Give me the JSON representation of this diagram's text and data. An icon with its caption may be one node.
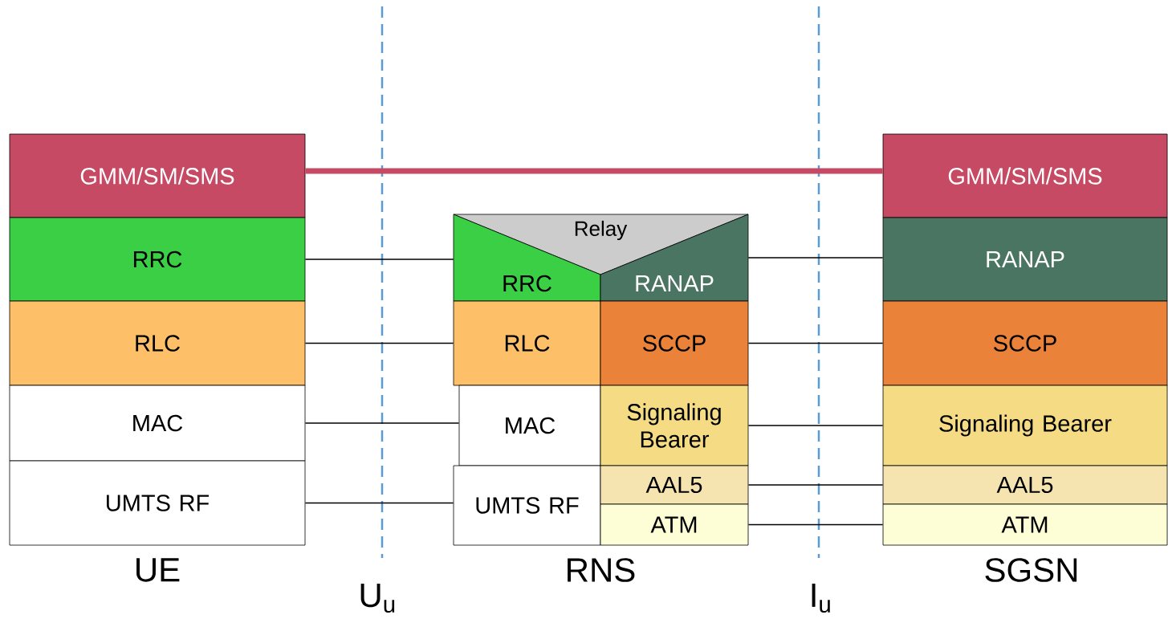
{
  "diagram": {
    "nodes": [
      {
        "text": [
          "GMM/SM/SMS"
        ]
      },
      {
        "text": [
          "RRC"
        ]
      },
      {
        "text": [
          "RLC"
        ]
      },
      {
        "text": [
          "MAC"
        ]
      },
      {
        "text": [
          "UMTS RF"
        ]
      },
      {
        "text": [
          "Relay"
        ]
      },
      {
        "text": [
          "RRC"
        ]
      },
      {
        "text": [
          "RANAP"
        ]
      },
      {
        "text": [
          "RLC"
        ]
      },
      {
        "text": [
          "SCCP"
        ]
      },
      {
        "text": [
          "MAC"
        ]
      },
      {
        "text": [
          "Signaling Bearer"
        ]
      },
      {
        "text": [
          "UMTS RF"
        ]
      },
      {
        "text": [
          "AAL5"
        ]
      },
      {
        "text": [
          "ATM"
        ]
      },
      {
        "text": [
          "GMM/SM/SMS"
        ]
      },
      {
        "text": [
          "RANAP"
        ]
      },
      {
        "text": [
          "SCCP"
        ]
      },
      {
        "text": [
          "Signaling Bearer"
        ]
      },
      {
        "text": [
          "AAL5"
        ]
      },
      {
        "text": [
          "ATM"
        ]
      }
    ],
    "edges": [
      {
        "from": 0,
        "to": 15,
        "arrow": "none",
        "style": "thick",
        "color": "#c64a63"
      },
      {
        "from": 1,
        "to": 6,
        "arrow": "none"
      },
      {
        "from": 2,
        "to": 8,
        "arrow": "none"
      },
      {
        "from": 3,
        "to": 10,
        "arrow": "none"
      },
      {
        "from": 4,
        "to": 12,
        "arrow": "none"
      },
      {
        "from": 7,
        "to": 16,
        "arrow": "none"
      },
      {
        "from": 9,
        "to": 17,
        "arrow": "none"
      },
      {
        "from": 11,
        "to": 18,
        "arrow": "none"
      },
      {
        "from": 13,
        "to": 19,
        "arrow": "none"
      },
      {
        "from": 14,
        "to": 20,
        "arrow": "none"
      }
    ],
    "labels": [
      "UE",
      "RNS",
      "SGSN",
      "U$_{u}$",
      "I$_{u}$"
    ]
  }
}
